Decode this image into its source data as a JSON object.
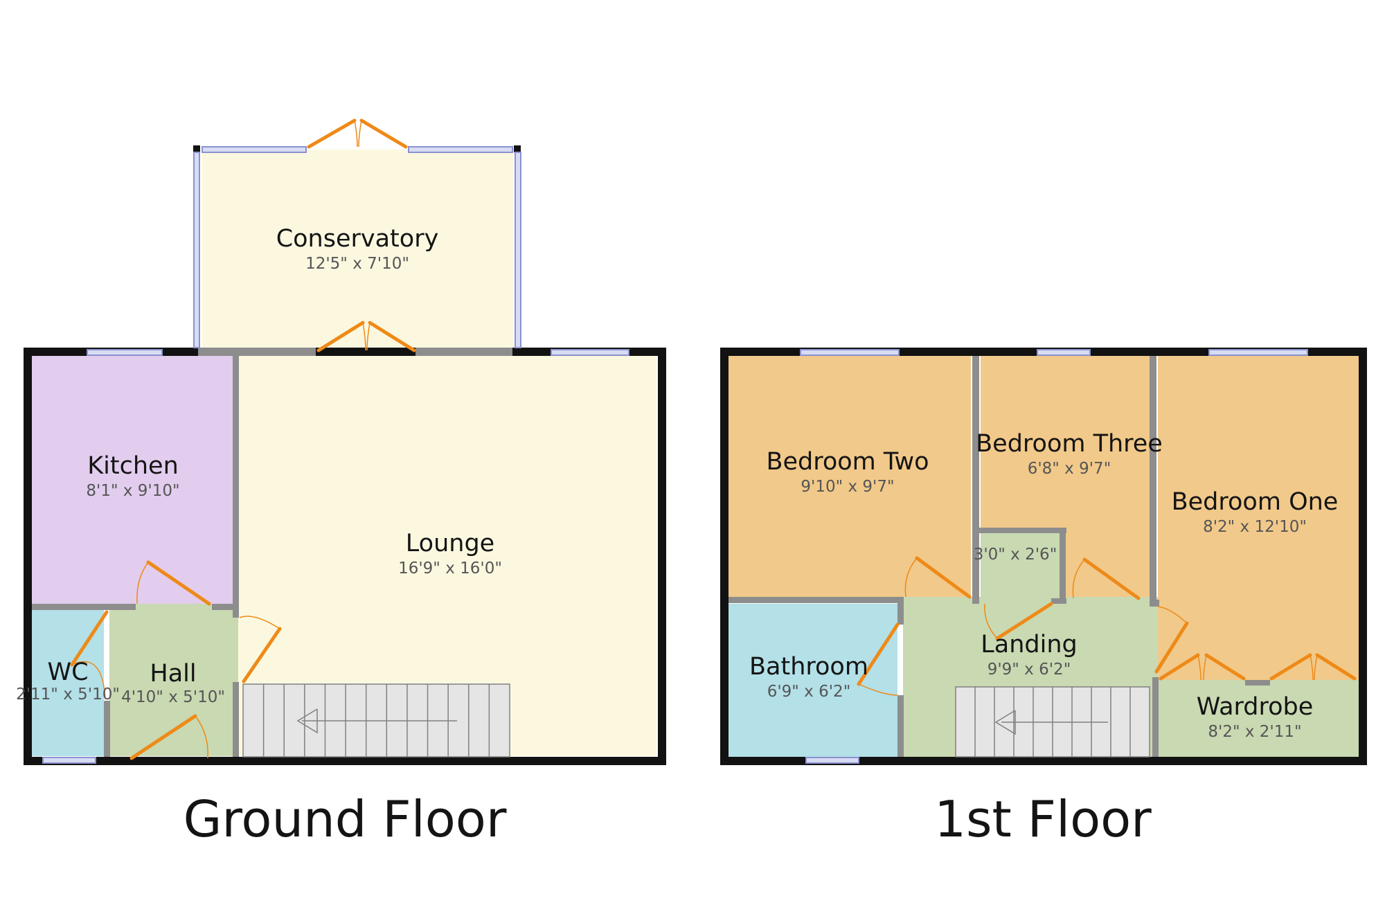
{
  "floors": [
    {
      "title": "Ground Floor",
      "rooms": [
        {
          "name": "Conservatory",
          "dims": "12'5\" x 7'10\"",
          "color": "#fcf8e0"
        },
        {
          "name": "Kitchen",
          "dims": "8'1\" x 9'10\"",
          "color": "#e2cdee"
        },
        {
          "name": "Lounge",
          "dims": "16'9\" x 16'0\"",
          "color": "#fcf8e0"
        },
        {
          "name": "WC",
          "dims": "2'11\" x 5'10\"",
          "color": "#b4e0e8"
        },
        {
          "name": "Hall",
          "dims": "4'10\" x 5'10\"",
          "color": "#c9d9b2"
        }
      ]
    },
    {
      "title": "1st Floor",
      "rooms": [
        {
          "name": "Bedroom Two",
          "dims": "9'10\" x 9'7\"",
          "color": "#f1c98a"
        },
        {
          "name": "Bedroom Three",
          "dims": "6'8\" x 9'7\"",
          "color": "#f1c98a"
        },
        {
          "name": "",
          "dims": "3'0\" x 2'6\"",
          "color": "#c9d9b2"
        },
        {
          "name": "Bedroom One",
          "dims": "8'2\" x 12'10\"",
          "color": "#f1c98a"
        },
        {
          "name": "Bathroom",
          "dims": "6'9\" x 6'2\"",
          "color": "#b4e0e8"
        },
        {
          "name": "Landing",
          "dims": "9'9\" x 6'2\"",
          "color": "#c9d9b2"
        },
        {
          "name": "Wardrobe",
          "dims": "8'2\" x 2'11\"",
          "color": "#c9d9b2"
        }
      ]
    }
  ],
  "colors": {
    "wall": "#121212",
    "interior_wall": "#8d8d8d",
    "window": "#d8dcf3",
    "door": "#ee8a18",
    "stairs": "#e5e5e5"
  }
}
